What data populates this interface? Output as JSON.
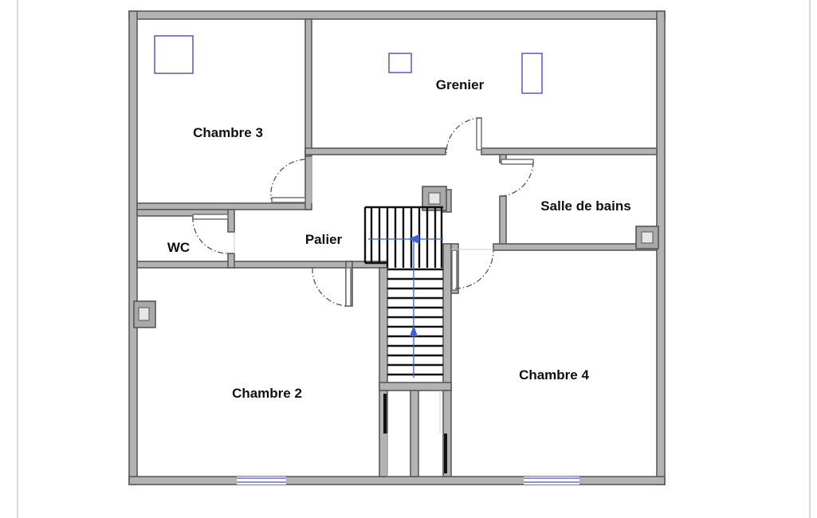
{
  "plan": {
    "rooms": {
      "grenier": "Grenier",
      "chambre3": "Chambre 3",
      "salle_de_bains": "Salle de bains",
      "wc": "WC",
      "palier": "Palier",
      "chambre2": "Chambre 2",
      "chambre4": "Chambre 4"
    },
    "colors": {
      "wall_fill": "#b3b3b3",
      "wall_stroke": "#5a5a5a",
      "window": "#4b4fc9",
      "skylight": "#3b3fbf",
      "stair_direction": "#3d5fd8"
    }
  }
}
